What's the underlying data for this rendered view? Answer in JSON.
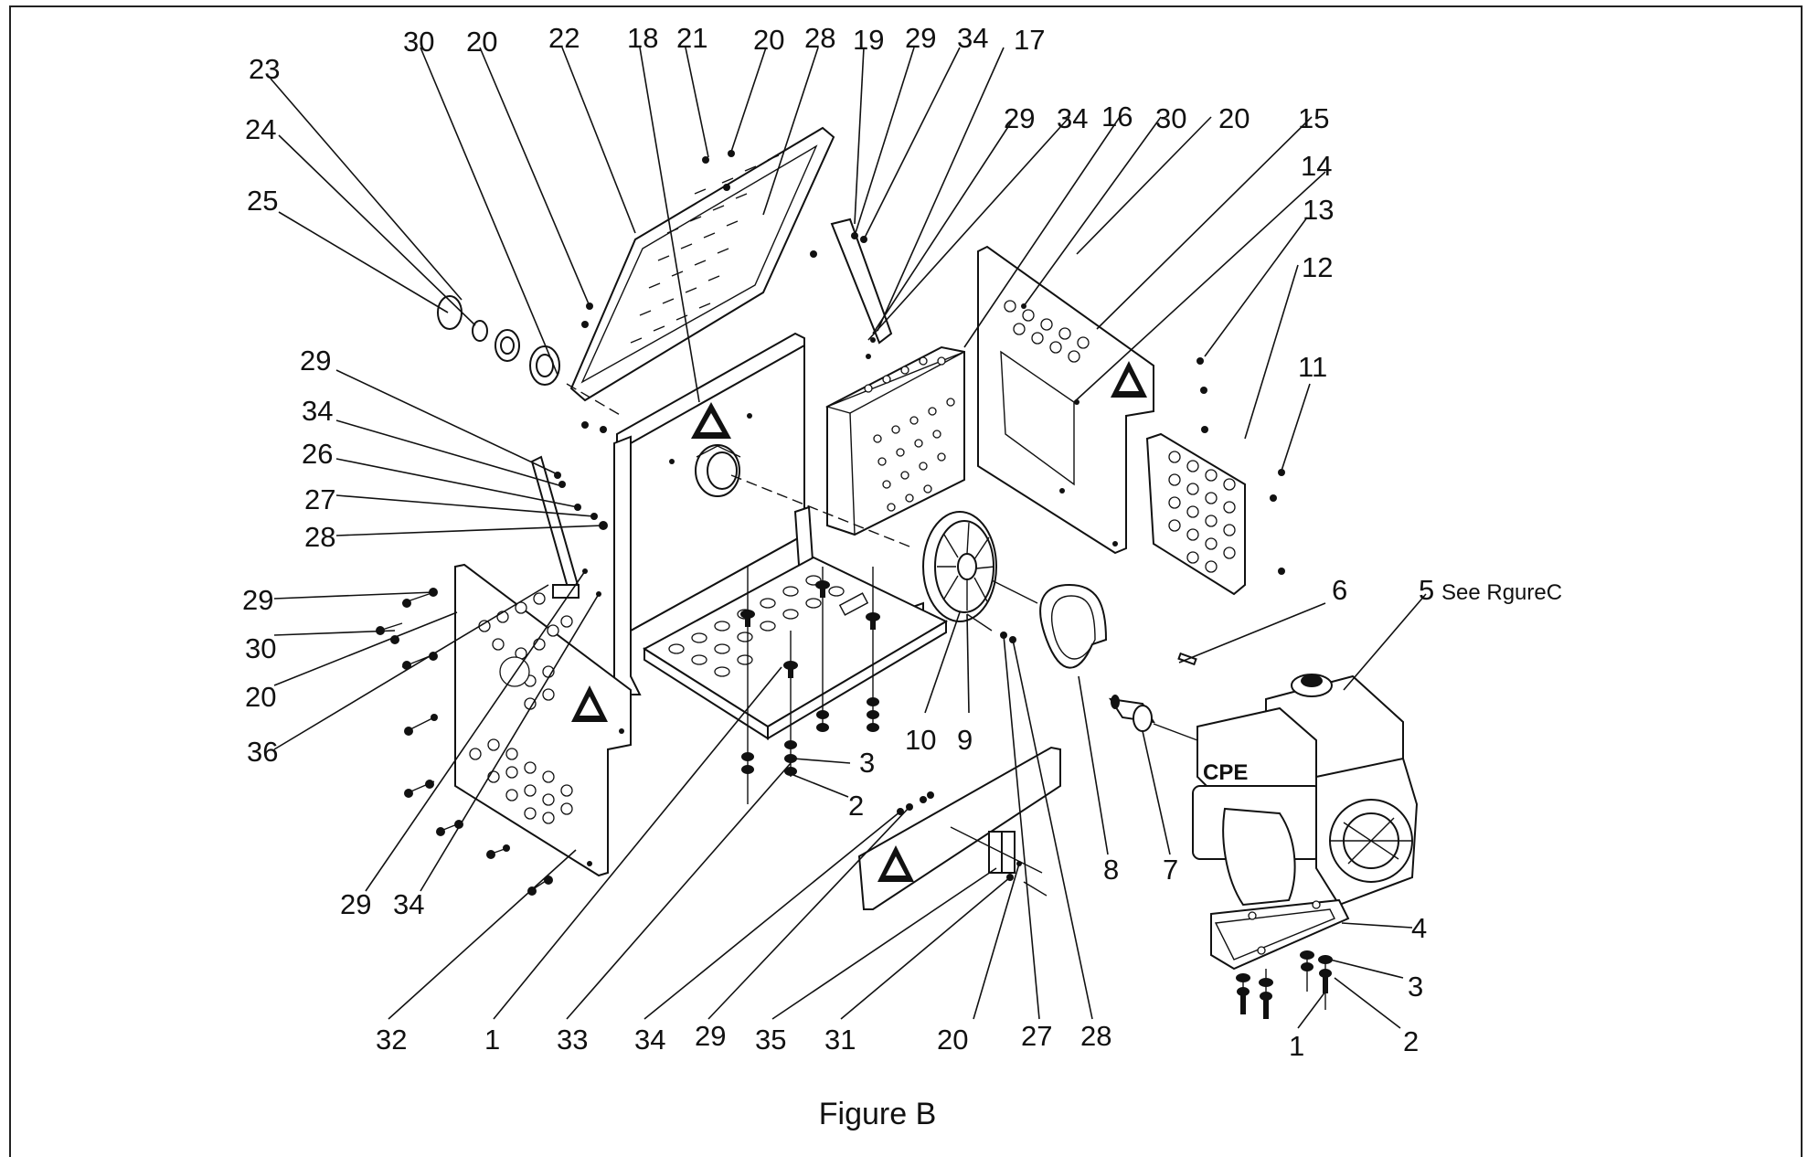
{
  "figure": {
    "caption": "Figure B",
    "see_note": "See RgureC"
  },
  "callouts": {
    "c_30a": "30",
    "c_20a": "20",
    "c_22": "22",
    "c_18": "18",
    "c_21": "21",
    "c_20b": "20",
    "c_28a": "28",
    "c_19": "19",
    "c_29a": "29",
    "c_34a": "34",
    "c_17": "17",
    "c_23": "23",
    "c_24": "24",
    "c_25": "25",
    "c_29b": "29",
    "c_34b": "34",
    "c_16": "16",
    "c_30b": "30",
    "c_20c": "20",
    "c_15": "15",
    "c_14": "14",
    "c_13": "13",
    "c_12": "12",
    "c_11": "11",
    "c_29c": "29",
    "c_34c": "34",
    "c_26": "26",
    "c_27a": "27",
    "c_28b": "28",
    "c_29d": "29",
    "c_30c": "30",
    "c_20d": "20",
    "c_36": "36",
    "c_6": "6",
    "c_5": "5",
    "c_10": "10",
    "c_9": "9",
    "c_3a": "3",
    "c_2a": "2",
    "c_8": "8",
    "c_7": "7",
    "c_4": "4",
    "c_3b": "3",
    "c_2b": "2",
    "c_1b": "1",
    "c_29e": "29",
    "c_34d": "34",
    "c_32": "32",
    "c_1a": "1",
    "c_33": "33",
    "c_34e": "34",
    "c_29f": "29",
    "c_35": "35",
    "c_31": "31",
    "c_20e": "20",
    "c_27b": "27",
    "c_28c": "28"
  }
}
